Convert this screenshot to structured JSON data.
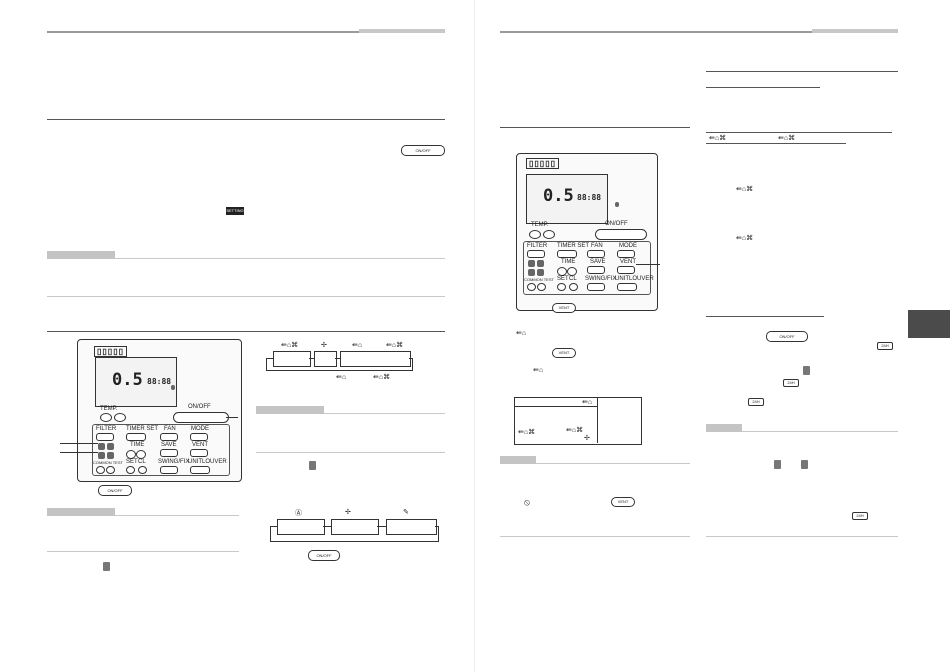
{
  "remote": {
    "logo": "▯▯▯▯▯",
    "lcd_digits": "0.5",
    "lcd_right_digits": "88:88",
    "temp_label": "TEMP.",
    "onoff_label": "ON/OFF",
    "filter_label": "FILTER",
    "timer_set_label": "TIMER SET",
    "fan_label": "FAN",
    "mode_label": "MODE",
    "time_label": "TIME",
    "save_label": "SAVE",
    "vent_label": "VENT",
    "set_label": "SET",
    "cl_label": "CL",
    "swing_fix_label": "SWING/FIX",
    "unit_label": "UNIT",
    "louver_label": "LOUVER",
    "common_test_label": "COMMON TEST",
    "setting_label": "SETTING"
  },
  "inline_buttons": {
    "onoff": "ON/OFF",
    "vent": "VENT",
    "h24": "24H"
  },
  "icons": {
    "vent_mode": "⇚⌂",
    "vent_heat": "⇚⌂⌘",
    "prohibit": "⦸",
    "fan_icon": "✢",
    "clean_icon": "✎",
    "auto_icon": "Ⓐ"
  }
}
